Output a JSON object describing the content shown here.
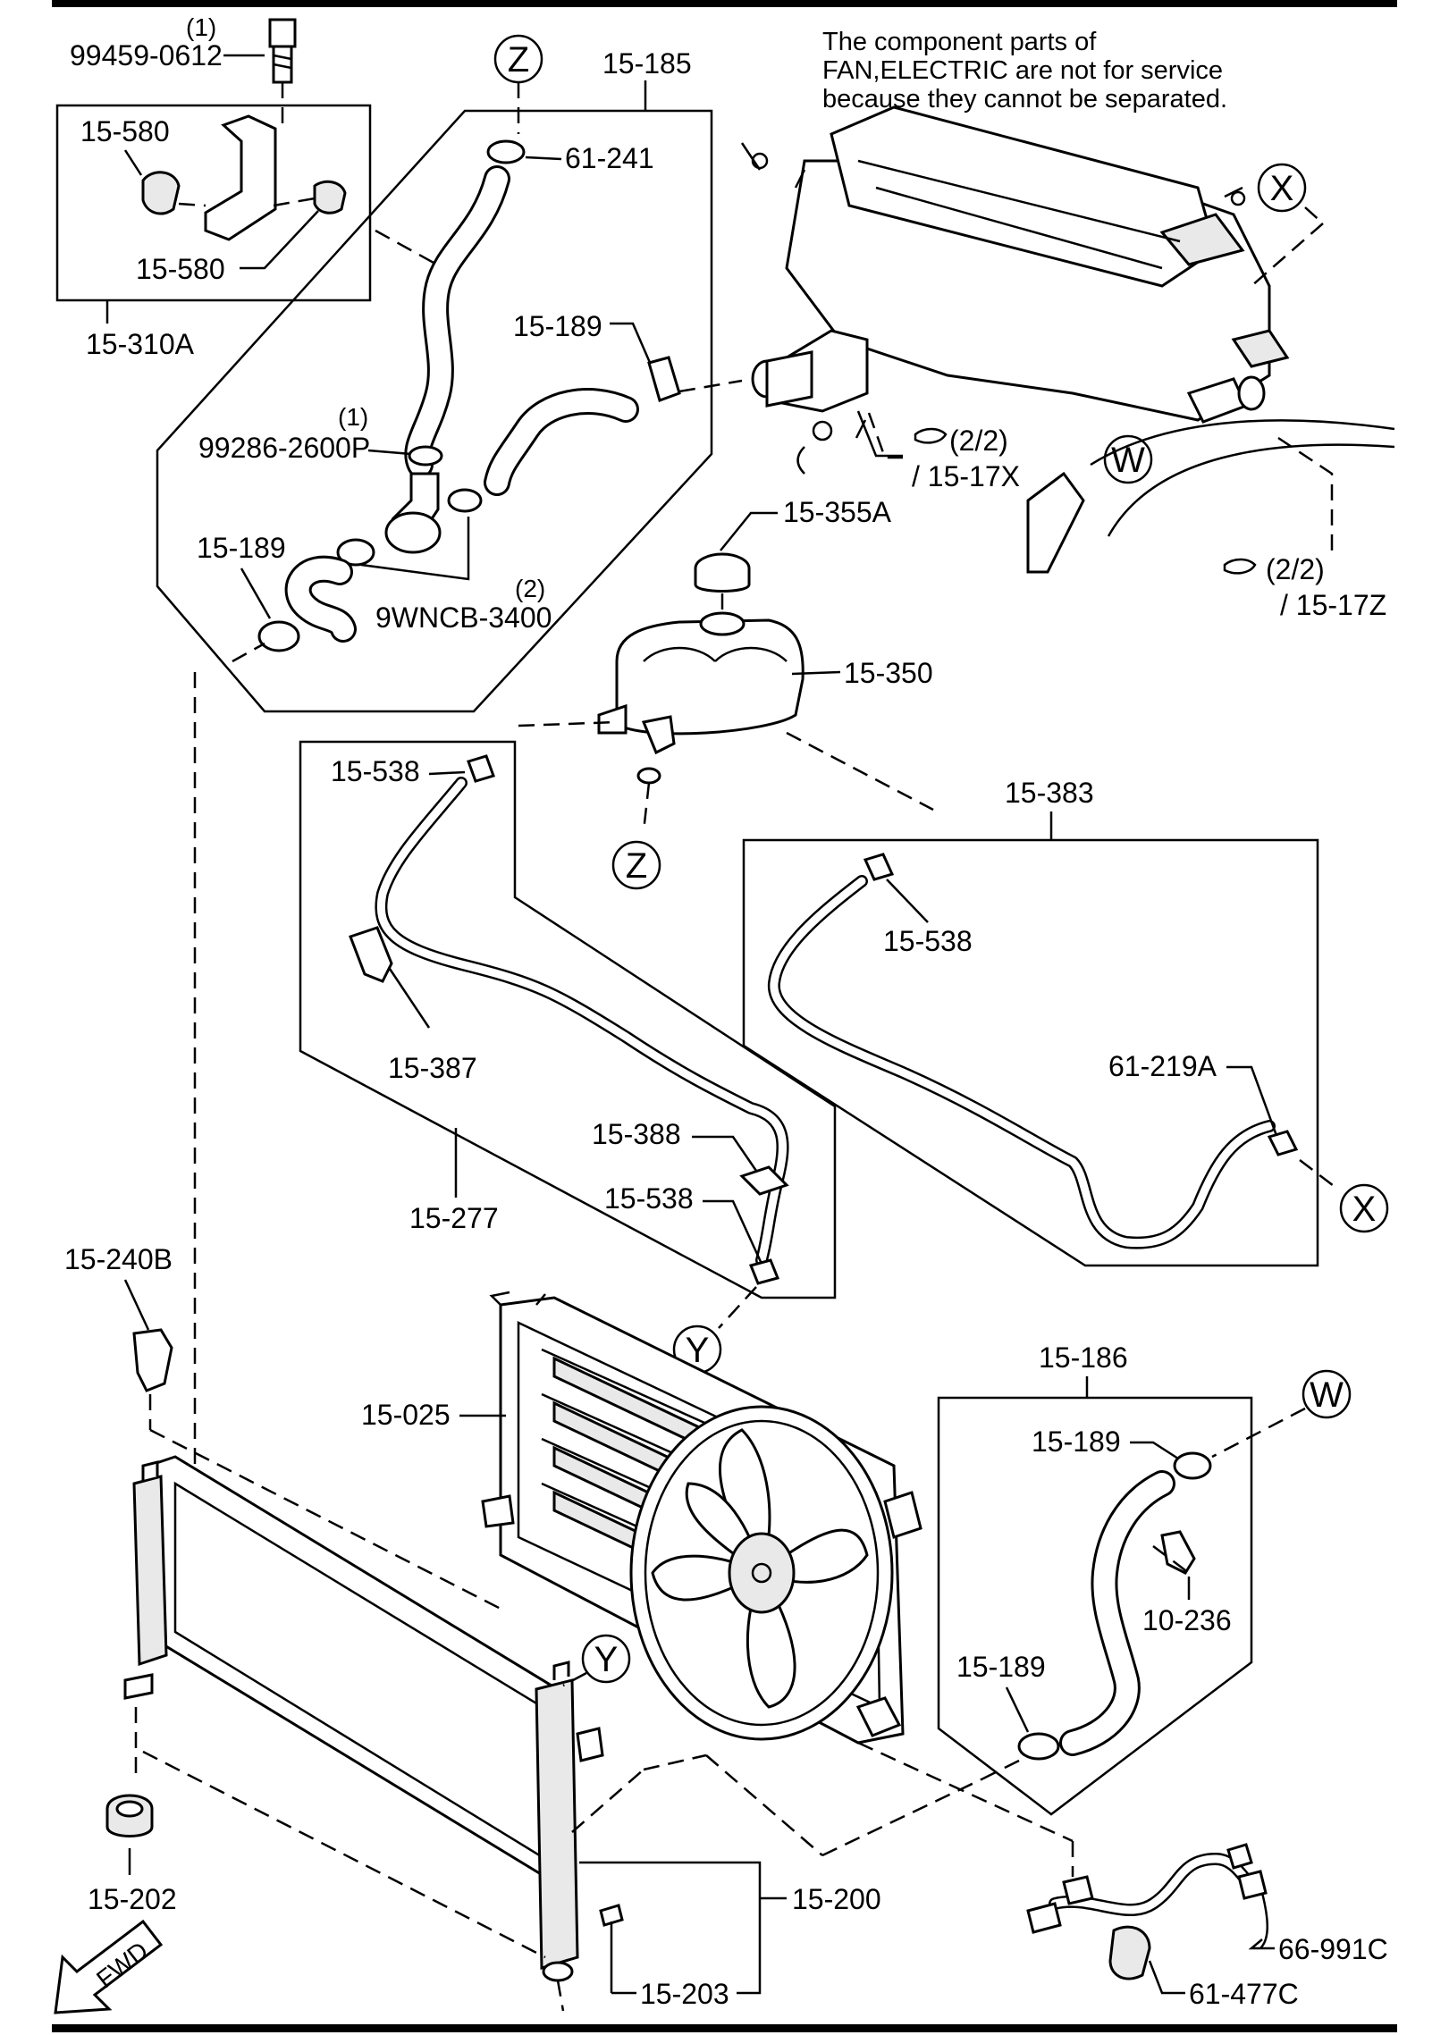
{
  "note": {
    "lines": [
      "The  component  parts  of",
      "FAN,ELECTRIC  are  not  for  service",
      "because  they  cannot  be  separated."
    ]
  },
  "labels": {
    "qty1_a": "(1)",
    "bolt": "99459-0612",
    "p15_580_a": "15-580",
    "p15_580_b": "15-580",
    "p15_310A": "15-310A",
    "p15_185": "15-185",
    "p61_241": "61-241",
    "p15_189_a": "15-189",
    "qty1_b": "(1)",
    "clamp_99286": "99286-2600P",
    "p15_189_b": "15-189",
    "qty2": "(2)",
    "clamp_9wncb": "9WNCB-3400",
    "ref_22_x": "(2/2)",
    "ref_15_17X": "/ 15-17X",
    "p15_355A": "15-355A",
    "ref_22_z": "(2/2)",
    "ref_15_17Z": "/ 15-17Z",
    "p15_350": "15-350",
    "p15_538_a": "15-538",
    "p15_383": "15-383",
    "p15_538_b": "15-538",
    "p15_387": "15-387",
    "p61_219A": "61-219A",
    "p15_388": "15-388",
    "p15_538_c": "15-538",
    "p15_277": "15-277",
    "p15_240B": "15-240B",
    "p15_025": "15-025",
    "p15_186": "15-186",
    "p15_189_c": "15-189",
    "p10_236": "10-236",
    "p15_189_d": "15-189",
    "p15_202": "15-202",
    "p15_200": "15-200",
    "p15_203": "15-203",
    "p66_991C": "66-991C",
    "p61_477C": "61-477C",
    "fwd": "FWD"
  },
  "markers": {
    "z_top": "Z",
    "z_mid": "Z",
    "x_top": "X",
    "x_mid": "X",
    "w_top": "W",
    "w_right": "W",
    "y_mid": "Y",
    "y_low": "Y"
  }
}
